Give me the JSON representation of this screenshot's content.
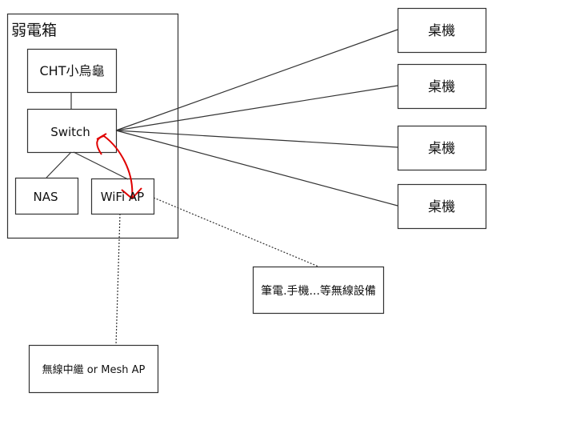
{
  "container": {
    "label": "弱電箱"
  },
  "nodes": {
    "modem": "CHT小烏龜",
    "switch": "Switch",
    "nas": "NAS",
    "wifi_ap": "WiFi AP",
    "desktops": [
      "桌機",
      "桌機",
      "桌機",
      "桌機"
    ],
    "wireless_devices": "筆電.手機...等無線設備",
    "mesh": "無線中繼 or Mesh AP"
  },
  "colors": {
    "stroke": "#333333",
    "annotation": "#e00000"
  }
}
